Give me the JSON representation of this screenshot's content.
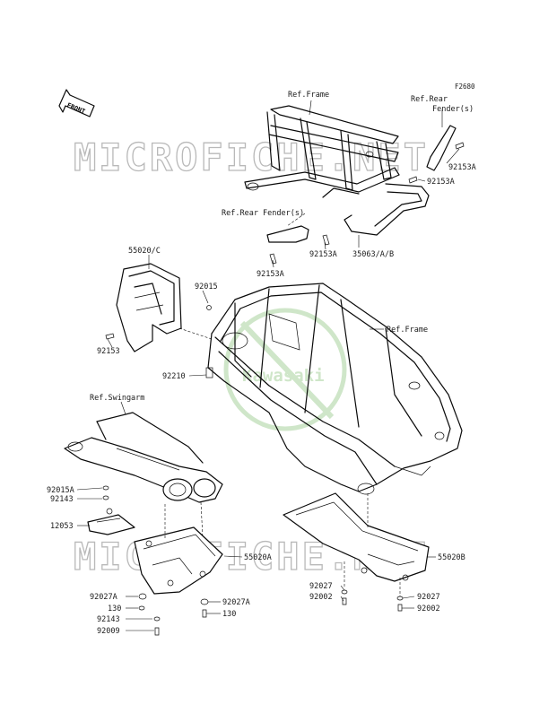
{
  "diagram_code": "F2680",
  "front_label": "FRONT",
  "watermark": "MICROFICHE.NET",
  "watermark_logo": "Kawasaki",
  "labels": {
    "ref_frame_top": "Ref.Frame",
    "ref_rear_fender_top_l1": "Ref.Rear",
    "ref_rear_fender_top_l2": "Fender(s)",
    "p92153a_1": "92153A",
    "p92153a_2": "92153A",
    "ref_rear_fender_mid": "Ref.Rear Fender(s)",
    "p92153a_3": "92153A",
    "p35063": "35063/A/B",
    "p92153a_4": "92153A",
    "p55020c": "55020/C",
    "p92015": "92015",
    "ref_frame_mid": "Ref.Frame",
    "p92153": "92153",
    "p92210": "92210",
    "ref_swingarm": "Ref.Swingarm",
    "p92015a": "92015A",
    "p92143_1": "92143",
    "p12053": "12053",
    "p55020a": "55020A",
    "p55020b": "55020B",
    "p92027_1": "92027",
    "p92002_1": "92002",
    "p92027a_1": "92027A",
    "p92027a_2": "92027A",
    "p130_1": "130",
    "p130_2": "130",
    "p92027_2": "92027",
    "p92002_2": "92002",
    "p92143_2": "92143",
    "p92009": "92009"
  }
}
